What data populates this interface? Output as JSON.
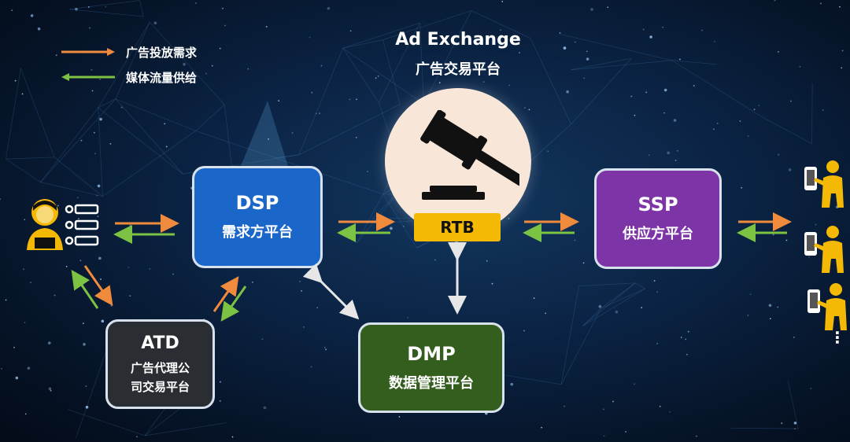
{
  "legend": [
    {
      "label": "广告投放需求",
      "color": "#f08a3c"
    },
    {
      "label": "媒体流量供给",
      "color": "#7cc243"
    }
  ],
  "exchange": {
    "title_en": "Ad Exchange",
    "title_cn": "广告交易平台",
    "badge": "RTB"
  },
  "nodes": {
    "dsp": {
      "abbr": "DSP",
      "full": "需求方平台"
    },
    "ssp": {
      "abbr": "SSP",
      "full": "供应方平台"
    },
    "dmp": {
      "abbr": "DMP",
      "full": "数据管理平台"
    },
    "atd": {
      "abbr": "ATD",
      "full_line1": "广告代理公",
      "full_line2": "司交易平台"
    }
  },
  "ellipsis": "⋮",
  "colors": {
    "demand_arrow": "#f08a3c",
    "supply_arrow": "#7cc243",
    "data_arrow": "#e6e6e6",
    "person": "#f4b905",
    "dsp": "#1b67c9",
    "ssp": "#7c34a7",
    "dmp": "#335e1d",
    "atd": "#2a2d32",
    "rtb": "#f4b905"
  },
  "icons": [
    "advertiser-icon",
    "gavel-icon",
    "user-phone-icon"
  ]
}
